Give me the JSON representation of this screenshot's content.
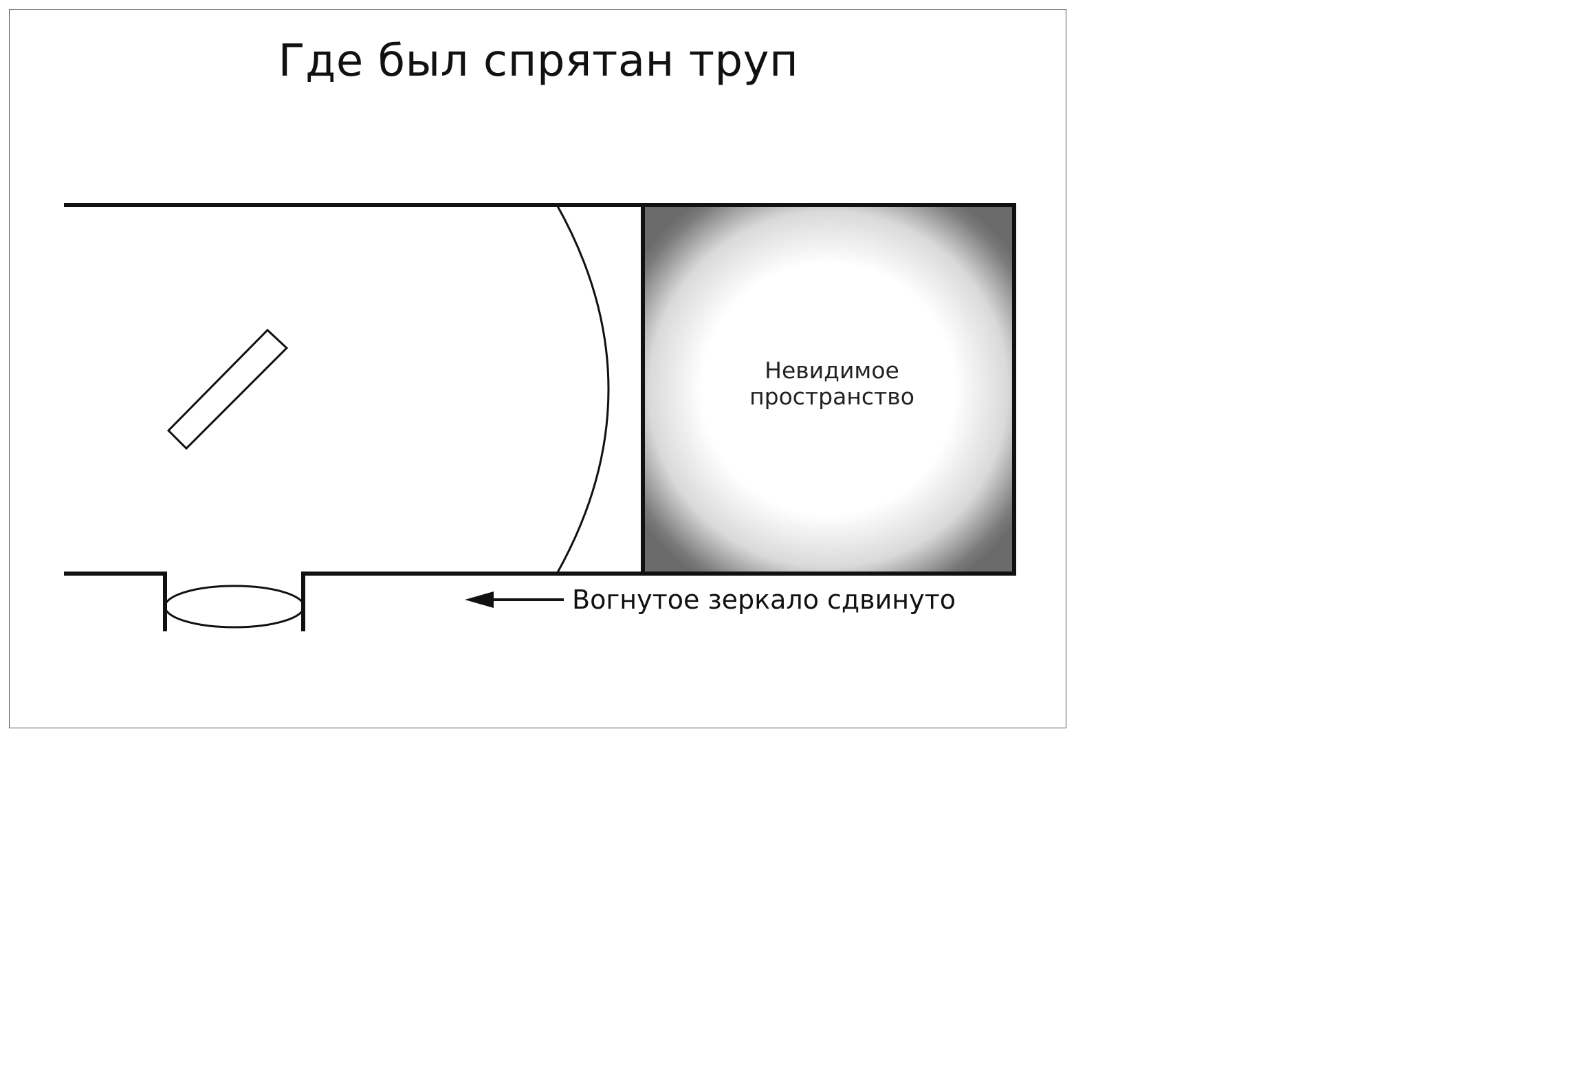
{
  "title": "Где был спрятан труп",
  "labels": {
    "invisible_space_line1": "Невидимое",
    "invisible_space_line2": "пространство",
    "concave_mirror_moved": "Вогнутое зеркало сдвинуто"
  },
  "colors": {
    "line": "#111111",
    "shadow_dark": "#6b6b6b",
    "glow": "#ffffff",
    "frame": "#555555"
  }
}
